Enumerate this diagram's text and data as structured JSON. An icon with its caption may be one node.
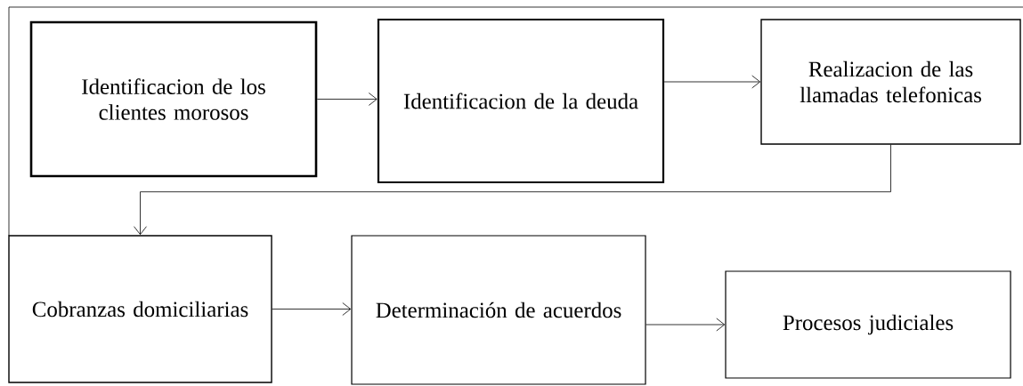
{
  "diagram": {
    "nodes": [
      {
        "text": [
          "Identificacion de los clientes morosos"
        ]
      },
      {
        "text": [
          "Identificacion de la deuda"
        ]
      },
      {
        "text": [
          "Realizacion de las llamadas telefonicas"
        ]
      },
      {
        "text": [
          "Cobranzas domiciliarias"
        ]
      },
      {
        "text": [
          "Determinación de acuerdos"
        ]
      },
      {
        "text": [
          "Procesos judiciales"
        ]
      }
    ],
    "edges": [
      {
        "from": 0,
        "to": 1,
        "arrow": "to"
      },
      {
        "from": 1,
        "to": 2,
        "arrow": "to"
      },
      {
        "from": 2,
        "to": 3,
        "arrow": "to"
      },
      {
        "from": 3,
        "to": 4,
        "arrow": "to"
      },
      {
        "from": 4,
        "to": 5,
        "arrow": "to"
      }
    ]
  }
}
